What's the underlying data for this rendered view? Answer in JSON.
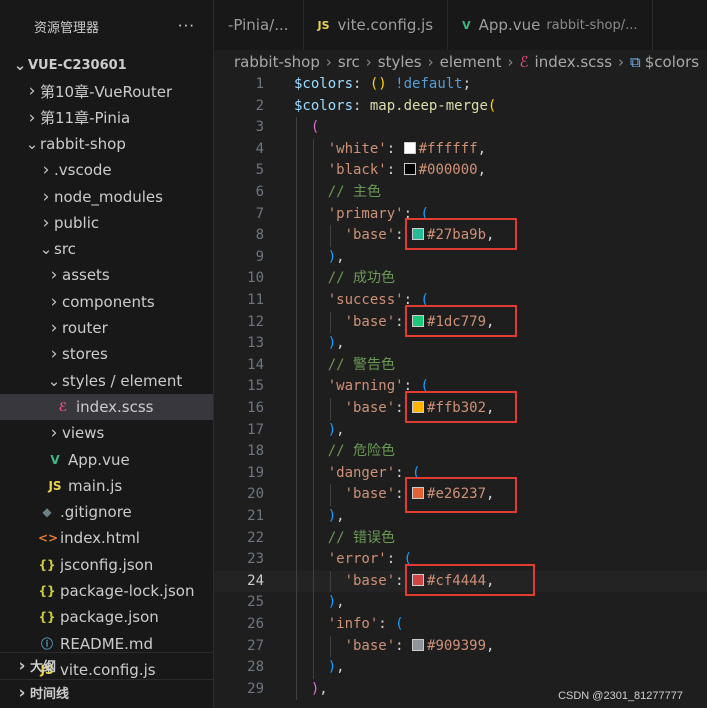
{
  "sidebar": {
    "title": "资源管理器",
    "more_icon": "ellipsis-icon",
    "rows": [
      {
        "label": "VUE-C230601",
        "chev": "v",
        "icon": "",
        "icon_color": "",
        "depth": 0,
        "bold": true
      },
      {
        "label": "第10章-VueRouter",
        "chev": ">",
        "icon": "",
        "icon_color": "",
        "depth": 2
      },
      {
        "label": "第11章-Pinia",
        "chev": ">",
        "icon": "",
        "icon_color": "",
        "depth": 2
      },
      {
        "label": "rabbit-shop",
        "chev": "v",
        "icon": "",
        "icon_color": "",
        "depth": 2
      },
      {
        "label": ".vscode",
        "chev": ">",
        "icon": "",
        "icon_color": "",
        "depth": 3
      },
      {
        "label": "node_modules",
        "chev": ">",
        "icon": "",
        "icon_color": "",
        "depth": 3
      },
      {
        "label": "public",
        "chev": ">",
        "icon": "",
        "icon_color": "",
        "depth": 3
      },
      {
        "label": "src",
        "chev": "v",
        "icon": "",
        "icon_color": "",
        "depth": 3
      },
      {
        "label": "assets",
        "chev": ">",
        "icon": "",
        "icon_color": "",
        "depth": 4
      },
      {
        "label": "components",
        "chev": ">",
        "icon": "",
        "icon_color": "",
        "depth": 4
      },
      {
        "label": "router",
        "chev": ">",
        "icon": "",
        "icon_color": "",
        "depth": 4
      },
      {
        "label": "stores",
        "chev": ">",
        "icon": "",
        "icon_color": "",
        "depth": 4
      },
      {
        "label": "styles / element",
        "chev": "v",
        "icon": "",
        "icon_color": "",
        "depth": 4
      },
      {
        "label": "index.scss",
        "chev": "",
        "icon": "ℰ",
        "icon_color": "#f55385",
        "depth": 5,
        "selected": true
      },
      {
        "label": "views",
        "chev": ">",
        "icon": "",
        "icon_color": "",
        "depth": 4
      },
      {
        "label": "App.vue",
        "chev": "",
        "icon": "V",
        "icon_color": "#41b883",
        "depth": 4
      },
      {
        "label": "main.js",
        "chev": "",
        "icon": "JS",
        "icon_color": "#e8d44d",
        "depth": 4
      },
      {
        "label": ".gitignore",
        "chev": "",
        "icon": "◆",
        "icon_color": "#6d8086",
        "depth": 3
      },
      {
        "label": "index.html",
        "chev": "",
        "icon": "<>",
        "icon_color": "#e37933",
        "depth": 3
      },
      {
        "label": "jsconfig.json",
        "chev": "",
        "icon": "{}",
        "icon_color": "#cbcb41",
        "depth": 3
      },
      {
        "label": "package-lock.json",
        "chev": "",
        "icon": "{}",
        "icon_color": "#cbcb41",
        "depth": 3
      },
      {
        "label": "package.json",
        "chev": "",
        "icon": "{}",
        "icon_color": "#cbcb41",
        "depth": 3
      },
      {
        "label": "README.md",
        "chev": "",
        "icon": "ⓘ",
        "icon_color": "#519aba",
        "depth": 3
      },
      {
        "label": "vite.config.js",
        "chev": "",
        "icon": "JS",
        "icon_color": "#e8d44d",
        "depth": 3
      }
    ],
    "sections": [
      {
        "label": "大纲"
      },
      {
        "label": "时间线"
      }
    ]
  },
  "tabs": [
    {
      "label": "-Pinia/...",
      "sub": "",
      "icon": "",
      "icon_color": "",
      "active": false
    },
    {
      "label": "vite.config.js",
      "sub": "",
      "icon": "JS",
      "icon_color": "#e8d44d",
      "active": false
    },
    {
      "label": "App.vue",
      "sub": "rabbit-shop/...",
      "icon": "V",
      "icon_color": "#41b883",
      "active": false
    }
  ],
  "breadcrumb": {
    "parts": [
      "rabbit-shop",
      "src",
      "styles",
      "element",
      "index.scss",
      "$colors"
    ],
    "file_icon": "scss-icon",
    "symbol_icon": "variable-icon"
  },
  "editor": {
    "current_line": 24,
    "lines": [
      {
        "n": 1,
        "indent": 0,
        "tokens": [
          [
            "t-var",
            "$colors"
          ],
          [
            "t-op",
            ": "
          ],
          [
            "t-paren1",
            "()"
          ],
          [
            "t-op",
            " "
          ],
          [
            "t-kw",
            "!default"
          ],
          [
            "t-op",
            ";"
          ]
        ]
      },
      {
        "n": 2,
        "indent": 0,
        "tokens": [
          [
            "t-var",
            "$colors"
          ],
          [
            "t-op",
            ": "
          ],
          [
            "t-fn",
            "map.deep-merge"
          ],
          [
            "t-paren1",
            "("
          ]
        ]
      },
      {
        "n": 3,
        "indent": 1,
        "tokens": [
          [
            "t-paren2",
            "("
          ]
        ]
      },
      {
        "n": 4,
        "indent": 2,
        "tokens": [
          [
            "t-str",
            "'white'"
          ],
          [
            "t-op",
            ": "
          ],
          [
            "sw",
            "#ffffff"
          ],
          [
            "t-num",
            "#ffffff"
          ],
          [
            "t-op",
            ","
          ]
        ]
      },
      {
        "n": 5,
        "indent": 2,
        "tokens": [
          [
            "t-str",
            "'black'"
          ],
          [
            "t-op",
            ": "
          ],
          [
            "sw",
            "#000000"
          ],
          [
            "t-num",
            "#000000"
          ],
          [
            "t-op",
            ","
          ]
        ]
      },
      {
        "n": 6,
        "indent": 2,
        "tokens": [
          [
            "t-com",
            "// 主色"
          ]
        ]
      },
      {
        "n": 7,
        "indent": 2,
        "tokens": [
          [
            "t-str",
            "'primary'"
          ],
          [
            "t-op",
            ": "
          ],
          [
            "t-paren3",
            "("
          ]
        ]
      },
      {
        "n": 8,
        "indent": 3,
        "tokens": [
          [
            "t-str",
            "'base'"
          ],
          [
            "t-op",
            ": "
          ],
          [
            "sw",
            "#27ba9b"
          ],
          [
            "t-num",
            "#27ba9b"
          ],
          [
            "t-op",
            ","
          ]
        ]
      },
      {
        "n": 9,
        "indent": 2,
        "tokens": [
          [
            "t-paren3",
            ")"
          ],
          [
            "t-op",
            ","
          ]
        ]
      },
      {
        "n": 10,
        "indent": 2,
        "tokens": [
          [
            "t-com",
            "// 成功色"
          ]
        ]
      },
      {
        "n": 11,
        "indent": 2,
        "tokens": [
          [
            "t-str",
            "'success'"
          ],
          [
            "t-op",
            ": "
          ],
          [
            "t-paren3",
            "("
          ]
        ]
      },
      {
        "n": 12,
        "indent": 3,
        "tokens": [
          [
            "t-str",
            "'base'"
          ],
          [
            "t-op",
            ": "
          ],
          [
            "sw",
            "#1dc779"
          ],
          [
            "t-num",
            "#1dc779"
          ],
          [
            "t-op",
            ","
          ]
        ]
      },
      {
        "n": 13,
        "indent": 2,
        "tokens": [
          [
            "t-paren3",
            ")"
          ],
          [
            "t-op",
            ","
          ]
        ]
      },
      {
        "n": 14,
        "indent": 2,
        "tokens": [
          [
            "t-com",
            "// 警告色"
          ]
        ]
      },
      {
        "n": 15,
        "indent": 2,
        "tokens": [
          [
            "t-str",
            "'warning'"
          ],
          [
            "t-op",
            ": "
          ],
          [
            "t-paren3",
            "("
          ]
        ]
      },
      {
        "n": 16,
        "indent": 3,
        "tokens": [
          [
            "t-str",
            "'base'"
          ],
          [
            "t-op",
            ": "
          ],
          [
            "sw",
            "#ffb302"
          ],
          [
            "t-num",
            "#ffb302"
          ],
          [
            "t-op",
            ","
          ]
        ]
      },
      {
        "n": 17,
        "indent": 2,
        "tokens": [
          [
            "t-paren3",
            ")"
          ],
          [
            "t-op",
            ","
          ]
        ]
      },
      {
        "n": 18,
        "indent": 2,
        "tokens": [
          [
            "t-com",
            "// 危险色"
          ]
        ]
      },
      {
        "n": 19,
        "indent": 2,
        "tokens": [
          [
            "t-str",
            "'danger'"
          ],
          [
            "t-op",
            ": "
          ],
          [
            "t-paren3",
            "("
          ]
        ]
      },
      {
        "n": 20,
        "indent": 3,
        "tokens": [
          [
            "t-str",
            "'base'"
          ],
          [
            "t-op",
            ": "
          ],
          [
            "sw",
            "#e26237"
          ],
          [
            "t-num",
            "#e26237"
          ],
          [
            "t-op",
            ","
          ]
        ]
      },
      {
        "n": 21,
        "indent": 2,
        "tokens": [
          [
            "t-paren3",
            ")"
          ],
          [
            "t-op",
            ","
          ]
        ]
      },
      {
        "n": 22,
        "indent": 2,
        "tokens": [
          [
            "t-com",
            "// 错误色"
          ]
        ]
      },
      {
        "n": 23,
        "indent": 2,
        "tokens": [
          [
            "t-str",
            "'error'"
          ],
          [
            "t-op",
            ": "
          ],
          [
            "t-paren3",
            "("
          ]
        ]
      },
      {
        "n": 24,
        "indent": 3,
        "tokens": [
          [
            "t-str",
            "'base'"
          ],
          [
            "t-op",
            ": "
          ],
          [
            "sw",
            "#cf4444"
          ],
          [
            "t-num",
            "#cf4444"
          ],
          [
            "t-op",
            ","
          ]
        ]
      },
      {
        "n": 25,
        "indent": 2,
        "tokens": [
          [
            "t-paren3",
            ")"
          ],
          [
            "t-op",
            ","
          ]
        ]
      },
      {
        "n": 26,
        "indent": 2,
        "tokens": [
          [
            "t-str",
            "'info'"
          ],
          [
            "t-op",
            ": "
          ],
          [
            "t-paren3",
            "("
          ]
        ]
      },
      {
        "n": 27,
        "indent": 3,
        "tokens": [
          [
            "t-str",
            "'base'"
          ],
          [
            "t-op",
            ": "
          ],
          [
            "sw",
            "#909399"
          ],
          [
            "t-num",
            "#909399"
          ],
          [
            "t-op",
            ","
          ]
        ]
      },
      {
        "n": 28,
        "indent": 2,
        "tokens": [
          [
            "t-paren3",
            ")"
          ],
          [
            "t-op",
            ","
          ]
        ]
      },
      {
        "n": 29,
        "indent": 1,
        "tokens": [
          [
            "t-paren2",
            ")"
          ],
          [
            "t-op",
            ","
          ]
        ]
      }
    ]
  },
  "highlighted_lines": [
    8,
    12,
    16,
    20,
    24
  ],
  "watermark": "CSDN @2301_81277777"
}
